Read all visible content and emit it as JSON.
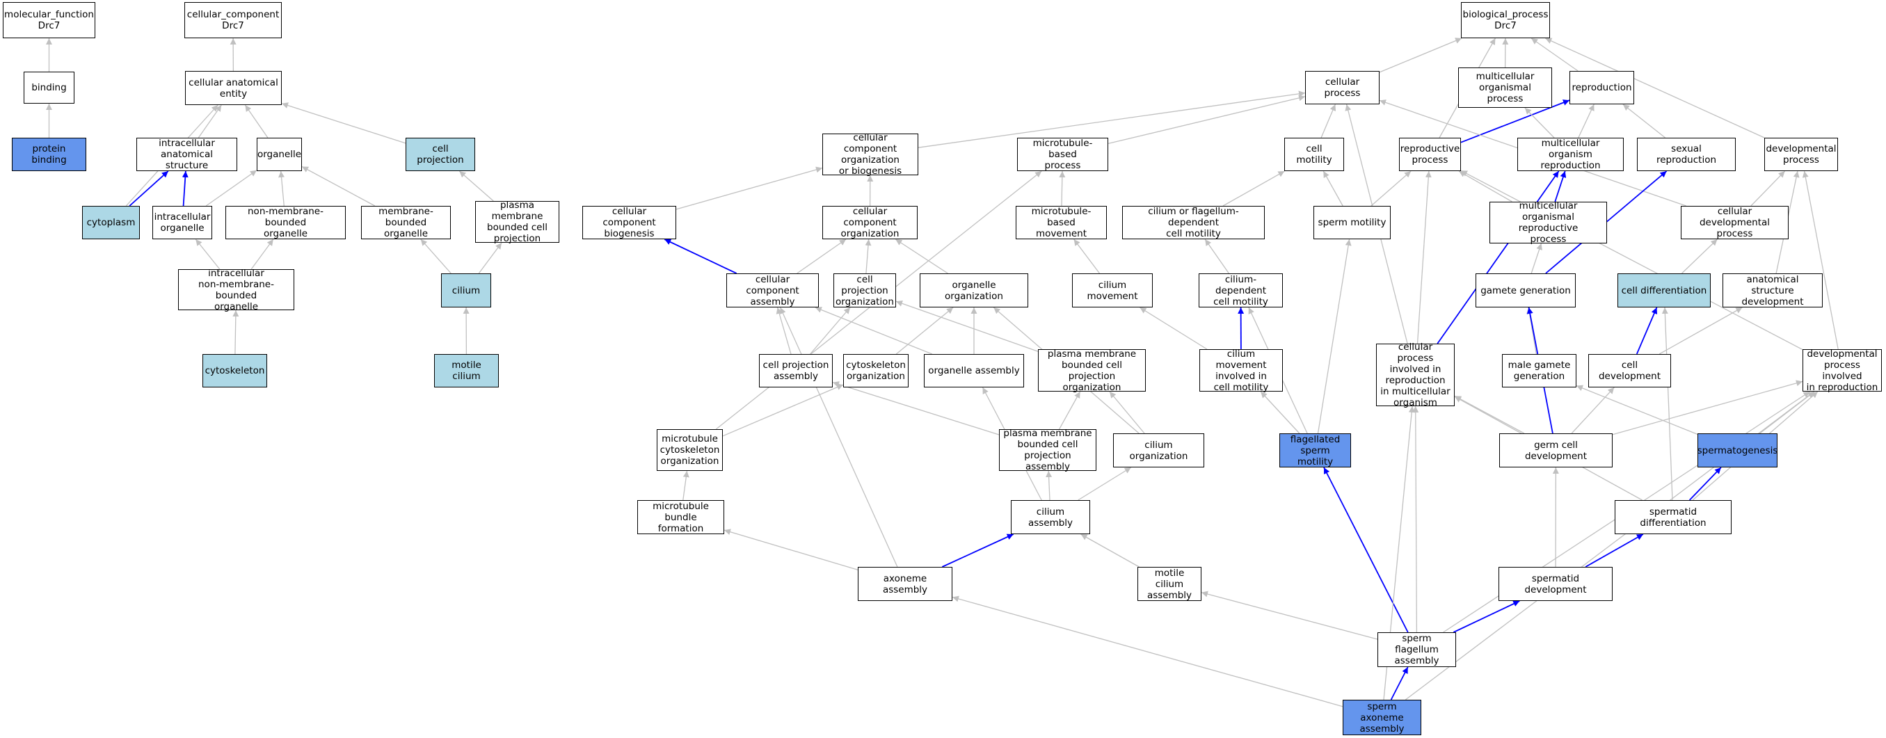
{
  "colors": {
    "plain": "#ffffff",
    "light": "#add8e6",
    "dark": "#6495ed",
    "border": "#000000",
    "gray_edge": "#c0c0c0",
    "blue_edge": "#0000ff"
  },
  "nodes": [
    {
      "id": "molecular_function",
      "label": "molecular_function\nDrc7",
      "fill": "plain"
    },
    {
      "id": "binding",
      "label": "binding",
      "fill": "plain"
    },
    {
      "id": "protein_binding",
      "label": "protein binding",
      "fill": "dark"
    },
    {
      "id": "cellular_component",
      "label": "cellular_component\nDrc7",
      "fill": "plain"
    },
    {
      "id": "cellular_anatomical_entity",
      "label": "cellular anatomical\nentity",
      "fill": "plain"
    },
    {
      "id": "intracellular_anatomical_structure",
      "label": "intracellular\nanatomical structure",
      "fill": "plain"
    },
    {
      "id": "organelle",
      "label": "organelle",
      "fill": "plain"
    },
    {
      "id": "cell_projection",
      "label": "cell projection",
      "fill": "light"
    },
    {
      "id": "cytoplasm",
      "label": "cytoplasm",
      "fill": "light"
    },
    {
      "id": "intracellular_organelle",
      "label": "intracellular\norganelle",
      "fill": "plain"
    },
    {
      "id": "non_membrane_bounded_organelle",
      "label": "non-membrane-bounded\norganelle",
      "fill": "plain"
    },
    {
      "id": "membrane_bounded_organelle",
      "label": "membrane-bounded\norganelle",
      "fill": "plain"
    },
    {
      "id": "plasma_membrane_bounded_cell_projection",
      "label": "plasma membrane\nbounded cell\nprojection",
      "fill": "plain"
    },
    {
      "id": "intracellular_nmb_organelle",
      "label": "intracellular\nnon-membrane-bounded\norganelle",
      "fill": "plain"
    },
    {
      "id": "cilium",
      "label": "cilium",
      "fill": "light"
    },
    {
      "id": "cytoskeleton",
      "label": "cytoskeleton",
      "fill": "light"
    },
    {
      "id": "motile_cilium",
      "label": "motile cilium",
      "fill": "light"
    },
    {
      "id": "biological_process",
      "label": "biological_process\nDrc7",
      "fill": "plain"
    },
    {
      "id": "cellular_process",
      "label": "cellular process",
      "fill": "plain"
    },
    {
      "id": "multicellular_organismal_process",
      "label": "multicellular\norganismal process",
      "fill": "plain"
    },
    {
      "id": "reproduction",
      "label": "reproduction",
      "fill": "plain"
    },
    {
      "id": "developmental_process",
      "label": "developmental\nprocess",
      "fill": "plain"
    },
    {
      "id": "ccob",
      "label": "cellular component\norganization\nor biogenesis",
      "fill": "plain"
    },
    {
      "id": "microtubule_based_process",
      "label": "microtubule-based\nprocess",
      "fill": "plain"
    },
    {
      "id": "cell_motility",
      "label": "cell motility",
      "fill": "plain"
    },
    {
      "id": "reproductive_process",
      "label": "reproductive\nprocess",
      "fill": "plain"
    },
    {
      "id": "multicellular_organism_reproduction",
      "label": "multicellular\norganism reproduction",
      "fill": "plain"
    },
    {
      "id": "sexual_reproduction",
      "label": "sexual reproduction",
      "fill": "plain"
    },
    {
      "id": "cellular_component_biogenesis",
      "label": "cellular component\nbiogenesis",
      "fill": "plain"
    },
    {
      "id": "cellular_component_organization",
      "label": "cellular component\norganization",
      "fill": "plain"
    },
    {
      "id": "microtubule_based_movement",
      "label": "microtubule-based\nmovement",
      "fill": "plain"
    },
    {
      "id": "cilium_or_flagellum_motility",
      "label": "cilium or flagellum-dependent\ncell motility",
      "fill": "plain"
    },
    {
      "id": "sperm_motility",
      "label": "sperm motility",
      "fill": "plain"
    },
    {
      "id": "multicellular_organismal_reproductive_process",
      "label": "multicellular\norganismal reproductive\nprocess",
      "fill": "plain"
    },
    {
      "id": "cellular_developmental_process",
      "label": "cellular developmental\nprocess",
      "fill": "plain"
    },
    {
      "id": "cellular_component_assembly",
      "label": "cellular component\nassembly",
      "fill": "plain"
    },
    {
      "id": "cell_projection_organization",
      "label": "cell projection\norganization",
      "fill": "plain"
    },
    {
      "id": "organelle_organization",
      "label": "organelle organization",
      "fill": "plain"
    },
    {
      "id": "cilium_movement",
      "label": "cilium movement",
      "fill": "plain"
    },
    {
      "id": "cilium_dependent_cell_motility",
      "label": "cilium-dependent\ncell motility",
      "fill": "plain"
    },
    {
      "id": "gamete_generation",
      "label": "gamete generation",
      "fill": "plain"
    },
    {
      "id": "cell_differentiation",
      "label": "cell differentiation",
      "fill": "light"
    },
    {
      "id": "anatomical_structure_development",
      "label": "anatomical structure\ndevelopment",
      "fill": "plain"
    },
    {
      "id": "cell_projection_assembly",
      "label": "cell projection\nassembly",
      "fill": "plain"
    },
    {
      "id": "cytoskeleton_organization",
      "label": "cytoskeleton\norganization",
      "fill": "plain"
    },
    {
      "id": "organelle_assembly",
      "label": "organelle assembly",
      "fill": "plain"
    },
    {
      "id": "pmbcp_organization",
      "label": "plasma membrane\nbounded cell\nprojection organization",
      "fill": "plain"
    },
    {
      "id": "cilium_movement_reproduction",
      "label": "cilium movement\ninvolved in\ncell motility",
      "fill": "plain"
    },
    {
      "id": "cellular_process_reproduction",
      "label": "cellular process\ninvolved in\nreproduction\nin multicellular\norganism",
      "fill": "plain"
    },
    {
      "id": "male_gamete_generation",
      "label": "male gamete\ngeneration",
      "fill": "plain"
    },
    {
      "id": "cell_development",
      "label": "cell development",
      "fill": "plain"
    },
    {
      "id": "developmental_process_reproduction",
      "label": "developmental\nprocess involved\nin reproduction",
      "fill": "plain"
    },
    {
      "id": "microtubule_cytoskeleton_organization",
      "label": "microtubule\ncytoskeleton\norganization",
      "fill": "plain"
    },
    {
      "id": "pmbcp_assembly",
      "label": "plasma membrane\nbounded cell\nprojection assembly",
      "fill": "plain"
    },
    {
      "id": "cilium_organization",
      "label": "cilium organization",
      "fill": "plain"
    },
    {
      "id": "flagellated_sperm_motility",
      "label": "flagellated\nsperm motility",
      "fill": "dark"
    },
    {
      "id": "germ_cell_development",
      "label": "germ cell development",
      "fill": "plain"
    },
    {
      "id": "spermatogenesis",
      "label": "spermatogenesis",
      "fill": "dark"
    },
    {
      "id": "microtubule_bundle_formation",
      "label": "microtubule\nbundle formation",
      "fill": "plain"
    },
    {
      "id": "cilium_assembly",
      "label": "cilium assembly",
      "fill": "plain"
    },
    {
      "id": "spermatid_differentiation",
      "label": "spermatid differentiation",
      "fill": "plain"
    },
    {
      "id": "axoneme_assembly",
      "label": "axoneme assembly",
      "fill": "plain"
    },
    {
      "id": "motile_cilium_assembly",
      "label": "motile cilium\nassembly",
      "fill": "plain"
    },
    {
      "id": "spermatid_development",
      "label": "spermatid development",
      "fill": "plain"
    },
    {
      "id": "sperm_flagellum_assembly",
      "label": "sperm flagellum\nassembly",
      "fill": "plain"
    },
    {
      "id": "sperm_axoneme_assembly",
      "label": "sperm axoneme\nassembly",
      "fill": "dark"
    }
  ],
  "edges": [
    [
      "binding",
      "molecular_function",
      "gray"
    ],
    [
      "protein_binding",
      "binding",
      "gray"
    ],
    [
      "cellular_anatomical_entity",
      "cellular_component",
      "gray"
    ],
    [
      "intracellular_anatomical_structure",
      "cellular_anatomical_entity",
      "gray"
    ],
    [
      "organelle",
      "cellular_anatomical_entity",
      "gray"
    ],
    [
      "cell_projection",
      "cellular_anatomical_entity",
      "gray"
    ],
    [
      "cytoplasm",
      "cellular_anatomical_entity",
      "gray"
    ],
    [
      "cytoplasm",
      "intracellular_anatomical_structure",
      "blue"
    ],
    [
      "intracellular_organelle",
      "intracellular_anatomical_structure",
      "blue"
    ],
    [
      "intracellular_organelle",
      "organelle",
      "gray"
    ],
    [
      "non_membrane_bounded_organelle",
      "organelle",
      "gray"
    ],
    [
      "membrane_bounded_organelle",
      "organelle",
      "gray"
    ],
    [
      "plasma_membrane_bounded_cell_projection",
      "cell_projection",
      "gray"
    ],
    [
      "intracellular_nmb_organelle",
      "intracellular_organelle",
      "gray"
    ],
    [
      "intracellular_nmb_organelle",
      "non_membrane_bounded_organelle",
      "gray"
    ],
    [
      "cilium",
      "membrane_bounded_organelle",
      "gray"
    ],
    [
      "cilium",
      "plasma_membrane_bounded_cell_projection",
      "gray"
    ],
    [
      "cytoskeleton",
      "intracellular_nmb_organelle",
      "gray"
    ],
    [
      "motile_cilium",
      "cilium",
      "gray"
    ],
    [
      "cellular_process",
      "biological_process",
      "gray"
    ],
    [
      "multicellular_organismal_process",
      "biological_process",
      "gray"
    ],
    [
      "reproduction",
      "biological_process",
      "gray"
    ],
    [
      "developmental_process",
      "biological_process",
      "gray"
    ],
    [
      "reproductive_process",
      "biological_process",
      "gray"
    ],
    [
      "ccob",
      "cellular_process",
      "gray"
    ],
    [
      "microtubule_based_process",
      "cellular_process",
      "gray"
    ],
    [
      "cell_motility",
      "cellular_process",
      "gray"
    ],
    [
      "reproductive_process",
      "reproduction",
      "blue"
    ],
    [
      "multicellular_organism_reproduction",
      "reproduction",
      "gray"
    ],
    [
      "multicellular_organism_reproduction",
      "multicellular_organismal_process",
      "gray"
    ],
    [
      "sexual_reproduction",
      "reproduction",
      "gray"
    ],
    [
      "cellular_component_biogenesis",
      "ccob",
      "gray"
    ],
    [
      "cellular_component_organization",
      "ccob",
      "gray"
    ],
    [
      "microtubule_based_movement",
      "microtubule_based_process",
      "gray"
    ],
    [
      "cilium_or_flagellum_motility",
      "cell_motility",
      "gray"
    ],
    [
      "sperm_motility",
      "cell_motility",
      "gray"
    ],
    [
      "sperm_motility",
      "reproductive_process",
      "gray"
    ],
    [
      "multicellular_organismal_reproductive_process",
      "multicellular_organism_reproduction",
      "blue"
    ],
    [
      "multicellular_organismal_reproductive_process",
      "reproductive_process",
      "gray"
    ],
    [
      "cellular_developmental_process",
      "cellular_process",
      "gray"
    ],
    [
      "cellular_developmental_process",
      "developmental_process",
      "gray"
    ],
    [
      "cellular_component_assembly",
      "cellular_component_biogenesis",
      "blue"
    ],
    [
      "cellular_component_assembly",
      "cellular_component_organization",
      "gray"
    ],
    [
      "cell_projection_organization",
      "cellular_component_organization",
      "gray"
    ],
    [
      "organelle_organization",
      "cellular_component_organization",
      "gray"
    ],
    [
      "cilium_movement",
      "microtubule_based_movement",
      "gray"
    ],
    [
      "cilium_dependent_cell_motility",
      "cilium_or_flagellum_motility",
      "gray"
    ],
    [
      "gamete_generation",
      "multicellular_organismal_reproductive_process",
      "gray"
    ],
    [
      "gamete_generation",
      "sexual_reproduction",
      "blue"
    ],
    [
      "cell_differentiation",
      "cellular_developmental_process",
      "gray"
    ],
    [
      "anatomical_structure_development",
      "developmental_process",
      "gray"
    ],
    [
      "cell_projection_assembly",
      "cellular_component_assembly",
      "gray"
    ],
    [
      "cell_projection_assembly",
      "cell_projection_organization",
      "gray"
    ],
    [
      "cytoskeleton_organization",
      "organelle_organization",
      "gray"
    ],
    [
      "organelle_assembly",
      "organelle_organization",
      "gray"
    ],
    [
      "organelle_assembly",
      "cellular_component_assembly",
      "gray"
    ],
    [
      "pmbcp_organization",
      "cell_projection_organization",
      "gray"
    ],
    [
      "cilium_movement_reproduction",
      "cilium_movement",
      "gray"
    ],
    [
      "cilium_movement_reproduction",
      "cilium_dependent_cell_motility",
      "blue"
    ],
    [
      "cellular_process_reproduction",
      "cellular_process",
      "gray"
    ],
    [
      "cellular_process_reproduction",
      "reproductive_process",
      "gray"
    ],
    [
      "cellular_process_reproduction",
      "multicellular_organism_reproduction",
      "blue"
    ],
    [
      "male_gamete_generation",
      "gamete_generation",
      "gray"
    ],
    [
      "cell_development",
      "cell_differentiation",
      "blue"
    ],
    [
      "cell_development",
      "anatomical_structure_development",
      "gray"
    ],
    [
      "developmental_process_reproduction",
      "developmental_process",
      "gray"
    ],
    [
      "developmental_process_reproduction",
      "reproductive_process",
      "gray"
    ],
    [
      "microtubule_cytoskeleton_organization",
      "cytoskeleton_organization",
      "gray"
    ],
    [
      "microtubule_cytoskeleton_organization",
      "microtubule_based_process",
      "gray"
    ],
    [
      "pmbcp_assembly",
      "pmbcp_organization",
      "gray"
    ],
    [
      "pmbcp_assembly",
      "cell_projection_assembly",
      "gray"
    ],
    [
      "cilium_organization",
      "pmbcp_organization",
      "gray"
    ],
    [
      "cilium_organization",
      "organelle_organization",
      "gray"
    ],
    [
      "flagellated_sperm_motility",
      "cilium_movement_reproduction",
      "gray"
    ],
    [
      "flagellated_sperm_motility",
      "sperm_motility",
      "gray"
    ],
    [
      "flagellated_sperm_motility",
      "cilium_dependent_cell_motility",
      "gray"
    ],
    [
      "germ_cell_development",
      "gamete_generation",
      "blue"
    ],
    [
      "germ_cell_development",
      "cell_development",
      "gray"
    ],
    [
      "germ_cell_development",
      "cellular_process_reproduction",
      "gray"
    ],
    [
      "germ_cell_development",
      "developmental_process_reproduction",
      "gray"
    ],
    [
      "spermatogenesis",
      "male_gamete_generation",
      "gray"
    ],
    [
      "spermatogenesis",
      "developmental_process_reproduction",
      "gray"
    ],
    [
      "microtubule_bundle_formation",
      "microtubule_cytoskeleton_organization",
      "gray"
    ],
    [
      "cilium_assembly",
      "pmbcp_assembly",
      "gray"
    ],
    [
      "cilium_assembly",
      "organelle_assembly",
      "gray"
    ],
    [
      "cilium_assembly",
      "cilium_organization",
      "gray"
    ],
    [
      "spermatid_differentiation",
      "spermatogenesis",
      "blue"
    ],
    [
      "spermatid_differentiation",
      "cell_differentiation",
      "gray"
    ],
    [
      "spermatid_differentiation",
      "cellular_process_reproduction",
      "gray"
    ],
    [
      "spermatid_differentiation",
      "developmental_process_reproduction",
      "gray"
    ],
    [
      "axoneme_assembly",
      "cilium_assembly",
      "blue"
    ],
    [
      "axoneme_assembly",
      "microtubule_bundle_formation",
      "gray"
    ],
    [
      "axoneme_assembly",
      "cellular_component_assembly",
      "gray"
    ],
    [
      "motile_cilium_assembly",
      "cilium_assembly",
      "gray"
    ],
    [
      "spermatid_development",
      "spermatid_differentiation",
      "blue"
    ],
    [
      "spermatid_development",
      "germ_cell_development",
      "gray"
    ],
    [
      "sperm_flagellum_assembly",
      "spermatid_development",
      "blue"
    ],
    [
      "sperm_flagellum_assembly",
      "flagellated_sperm_motility",
      "blue"
    ],
    [
      "sperm_flagellum_assembly",
      "motile_cilium_assembly",
      "gray"
    ],
    [
      "sperm_flagellum_assembly",
      "cellular_process_reproduction",
      "gray"
    ],
    [
      "sperm_flagellum_assembly",
      "developmental_process_reproduction",
      "gray"
    ],
    [
      "sperm_axoneme_assembly",
      "sperm_flagellum_assembly",
      "blue"
    ],
    [
      "sperm_axoneme_assembly",
      "axoneme_assembly",
      "gray"
    ],
    [
      "sperm_axoneme_assembly",
      "cellular_process_reproduction",
      "gray"
    ],
    [
      "sperm_axoneme_assembly",
      "developmental_process_reproduction",
      "gray"
    ]
  ]
}
